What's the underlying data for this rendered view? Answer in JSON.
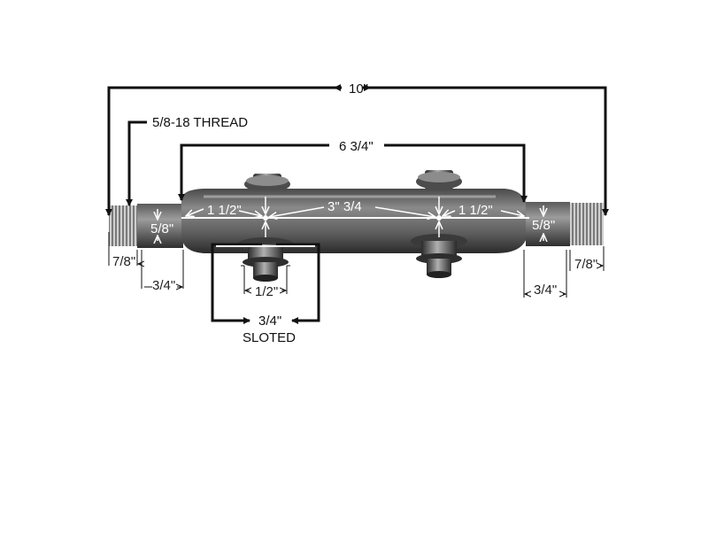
{
  "colors": {
    "pipe_dark": "#3a3a3a",
    "pipe_mid": "#6e6e6e",
    "pipe_light": "#9a9a9a",
    "dimension_line": "#111111",
    "inner_dimension": "#ffffff"
  },
  "labels": {
    "overall_length": "10\"",
    "thread": "5/8-18 THREAD",
    "between_ends": "6 3/4\"",
    "left_offset": "1 1/2\"",
    "center_spacing": "3\" 3/4",
    "right_offset": "1 1/2\"",
    "left_diameter": "5/8\"",
    "right_diameter": "5/8\"",
    "left_thread_length": "7/8\"",
    "right_thread_length": "7/8\"",
    "left_end_length": "3/4\"",
    "right_end_length": "3/4\"",
    "port_diameter": "1/2\"",
    "slot_width": "3/4\"",
    "slot_caption": "SLOTED"
  }
}
